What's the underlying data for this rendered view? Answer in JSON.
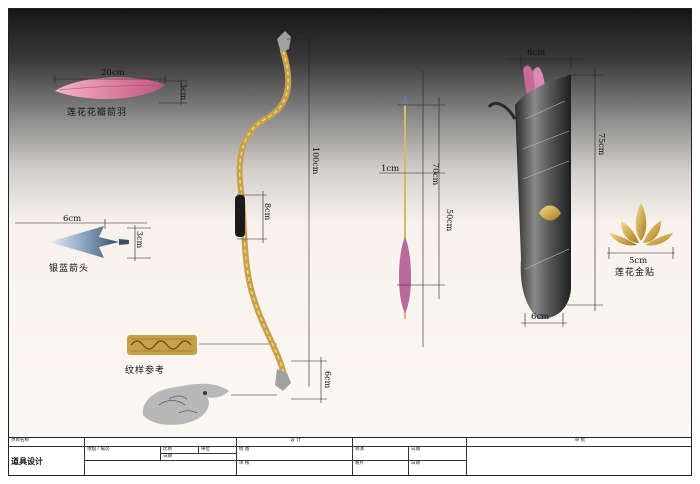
{
  "labels": {
    "petal_width": "20cm",
    "petal_height": "3cm",
    "petal_name": "莲花花瓣箭羽",
    "head_width": "6cm",
    "head_height": "3cm",
    "head_name": "银蓝箭头",
    "pattern_name": "纹样参考",
    "bow_length": "100cm",
    "bow_grip": "8cm",
    "bow_tip": "6cm",
    "arrow_head": "1cm",
    "arrow_mid": "70cm",
    "arrow_full": "50cm",
    "quiver_top": "8cm",
    "quiver_height": "75cm",
    "quiver_bottom": "6cm",
    "lotus_width": "5cm",
    "lotus_name": "莲花金贴"
  },
  "titleblock": {
    "project_name": "项目名称",
    "design_title": "道具设计",
    "location": "地點 / 場次",
    "scale": "比例",
    "unit": "單位",
    "date1": "日期",
    "design": "设 计",
    "draw": "绘 图",
    "review": "审 核",
    "cast": "導演",
    "date2": "日期",
    "producer": "製片",
    "date3": "日期",
    "approve": "审 批"
  },
  "colors": {
    "petal": "#d9789a",
    "bow_wood": "#c9a04a",
    "bow_grip": "#1a1a1a",
    "quiver": "#5a5a5a",
    "gold": "#d4a93a",
    "arrow_shaft": "#d9b86a",
    "arrow_fletch": "#b86a9a"
  },
  "icons": {
    "petal": "lotus-petal-icon",
    "arrowhead": "arrowhead-icon",
    "pattern": "pattern-strip-icon",
    "dragon": "dragon-head-icon",
    "bow": "bow-icon",
    "arrow": "arrow-icon",
    "quiver": "quiver-icon",
    "lotus": "lotus-emblem-icon"
  }
}
